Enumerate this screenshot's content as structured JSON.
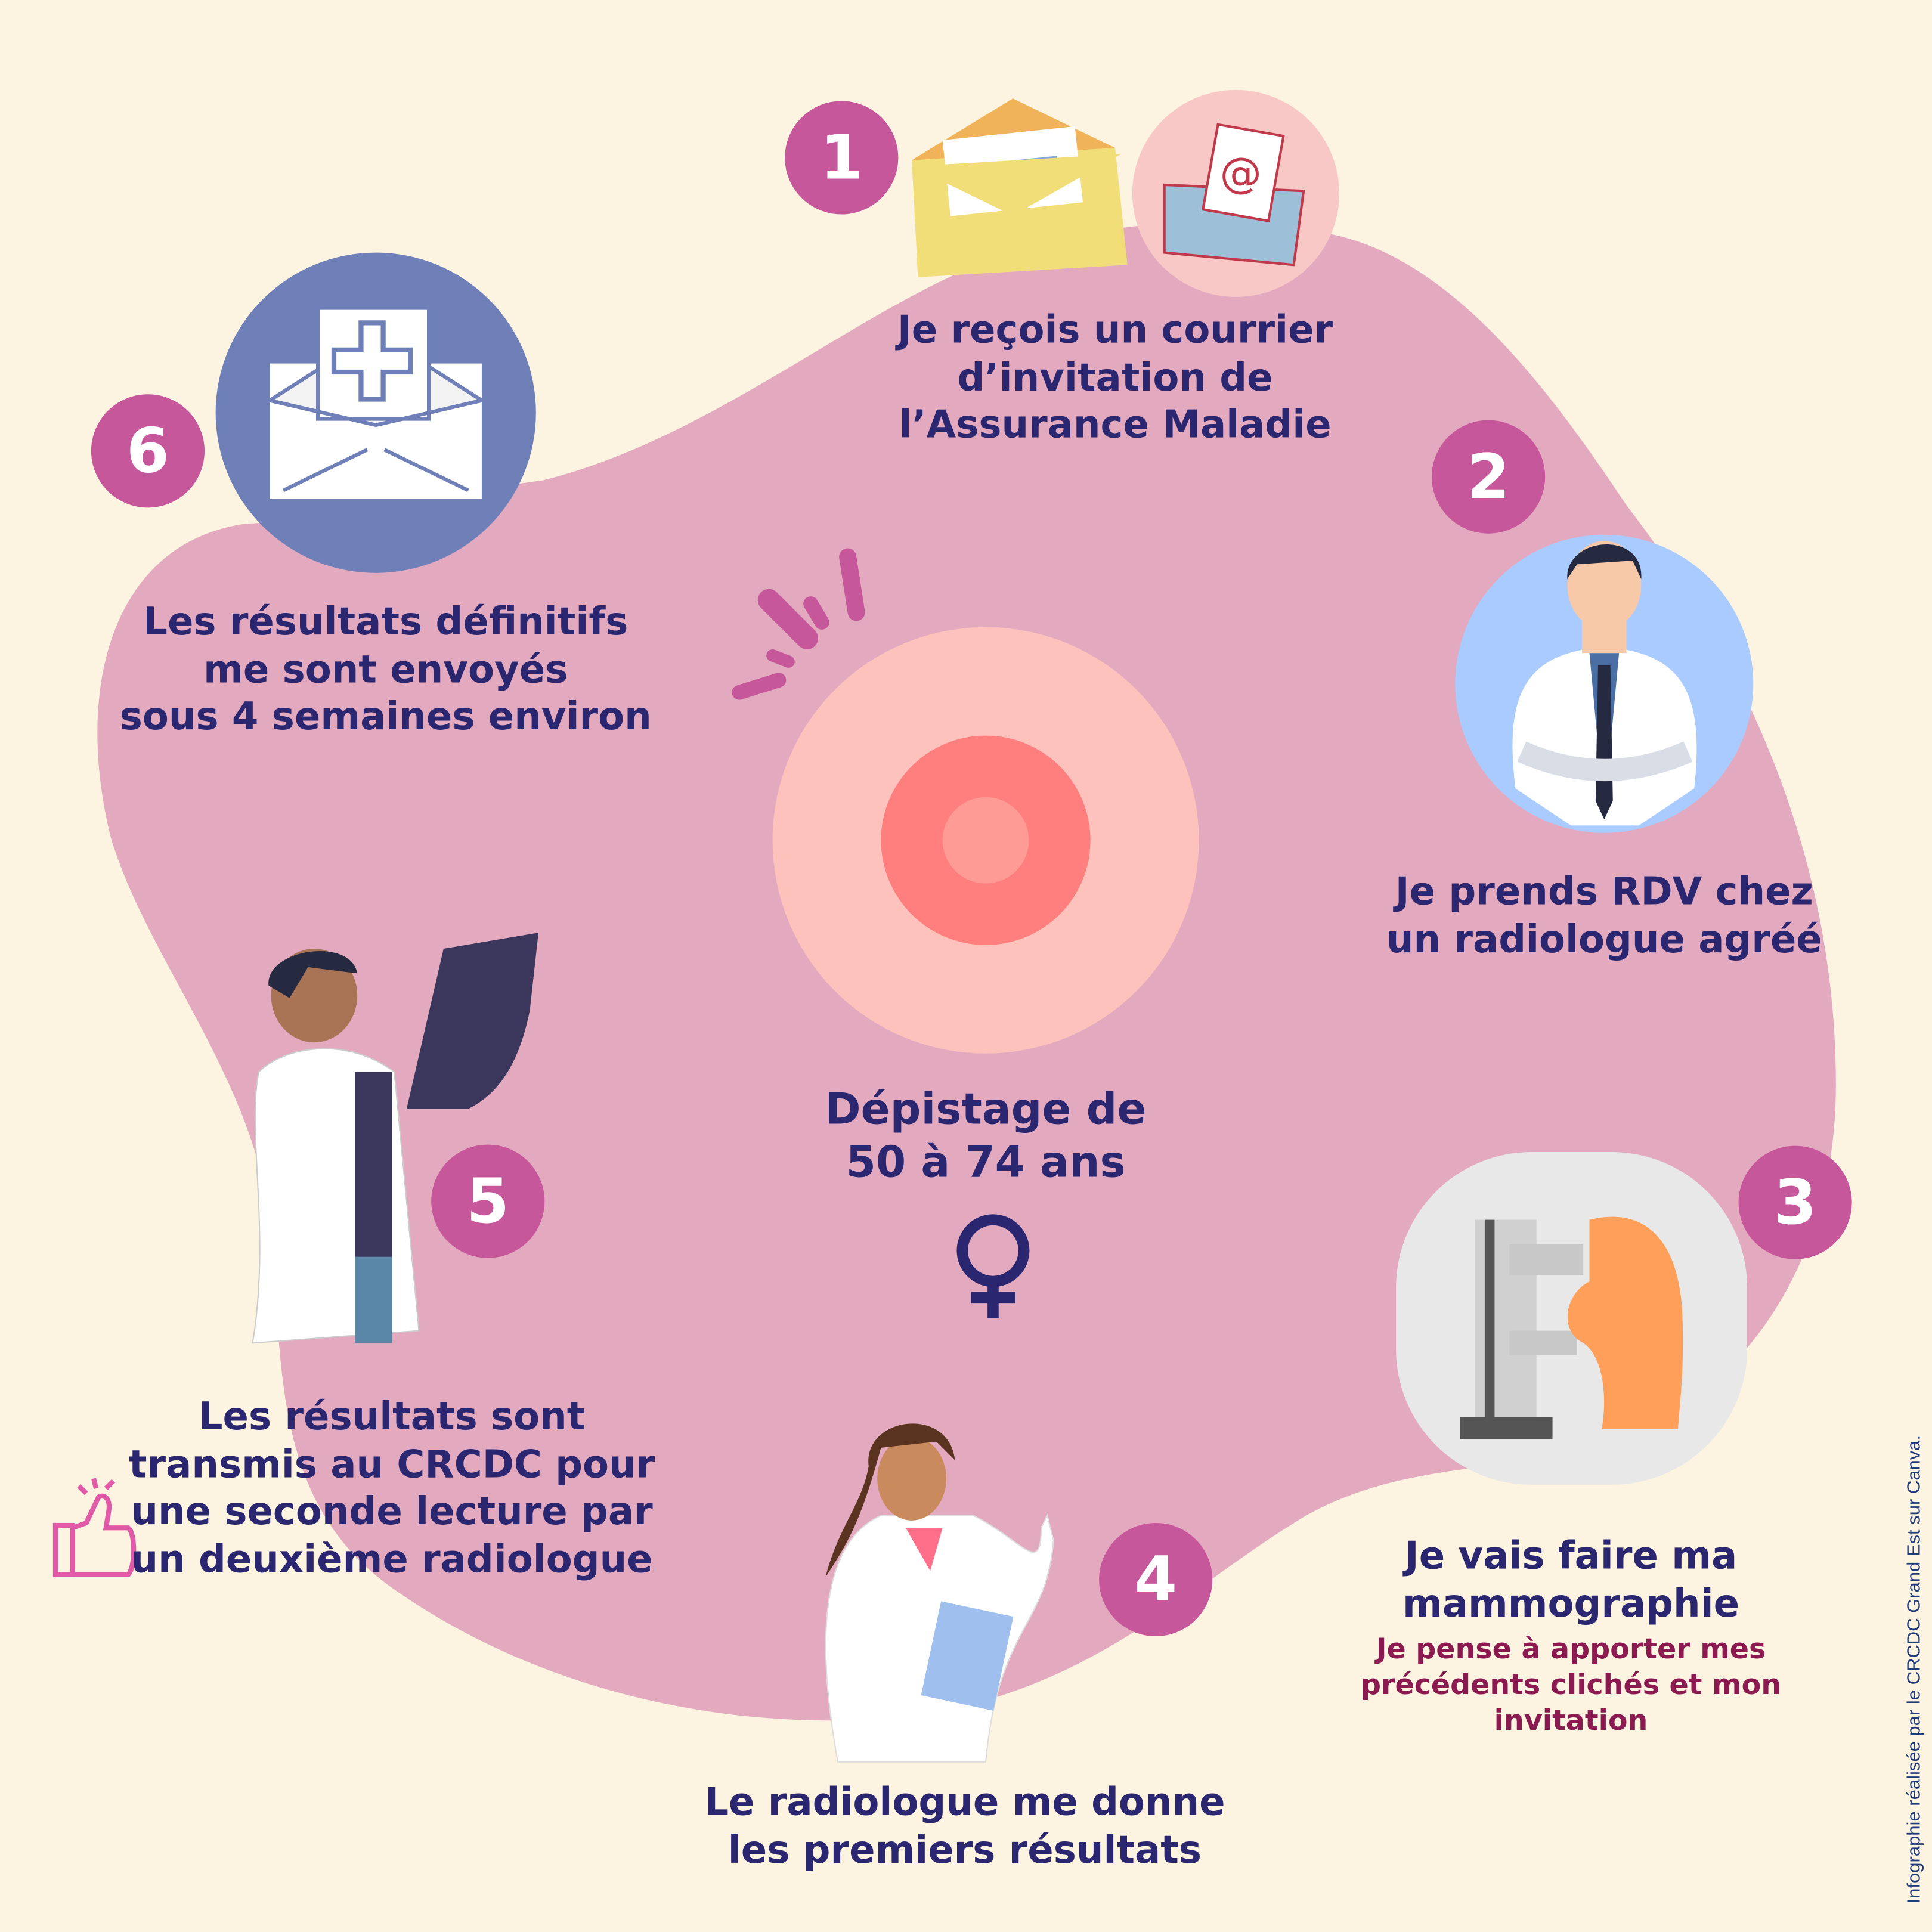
{
  "center": {
    "line1": "Dépistage de",
    "line2": "50 à 74 ans",
    "icon": "female-symbol-icon"
  },
  "steps": [
    {
      "number": "1",
      "lines": [
        "Je reçois un courrier",
        "d’invitation de",
        "l’Assurance Maladie"
      ]
    },
    {
      "number": "2",
      "lines": [
        "Je prends RDV chez",
        "un radiologue agréé"
      ]
    },
    {
      "number": "3",
      "lines": [
        "Je vais faire ma",
        "mammographie"
      ],
      "note": [
        "Je pense à apporter mes",
        "précédents clichés et mon",
        "invitation"
      ]
    },
    {
      "number": "4",
      "lines": [
        "Le radiologue me donne",
        "les premiers résultats"
      ]
    },
    {
      "number": "5",
      "lines": [
        "Les résultats sont",
        "transmis au CRCDC pour",
        "une seconde lecture par",
        "un deuxième radiologue"
      ]
    },
    {
      "number": "6",
      "lines": [
        "Les résultats définitifs",
        "me sont envoyés",
        "sous 4 semaines environ"
      ]
    }
  ],
  "credit": "Infographie réalisée par le CRCDC Grand Est sur Canva.",
  "colors": {
    "background": "#fdf3e1",
    "blob": "#e3aabf",
    "badge": "#c5579a",
    "text": "#2a2670",
    "note": "#8a1a50"
  }
}
